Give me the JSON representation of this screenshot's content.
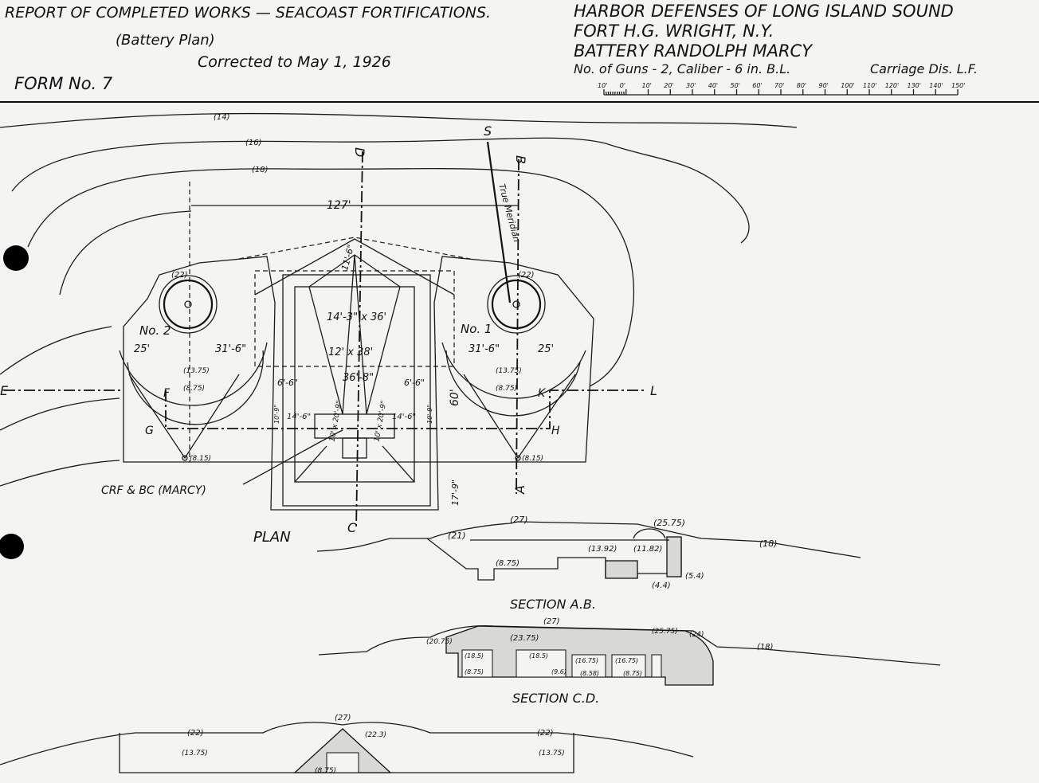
{
  "header": {
    "report_title": "REPORT OF COMPLETED WORKS — SEACOAST FORTIFICATIONS.",
    "subtitle": "(Battery Plan)",
    "corrected": "Corrected to May 1, 1926",
    "form_no": "FORM No. 7",
    "harbor": "HARBOR DEFENSES OF LONG ISLAND SOUND",
    "fort": "FORT H.G. WRIGHT, N.Y.",
    "battery": "BATTERY RANDOLPH MARCY",
    "guns": "No. of Guns - 2, Caliber - 6 in. B.L.",
    "carriage": "Carriage Dis. L.F.",
    "scale_ticks": [
      "10'",
      "0'",
      "10'",
      "20'",
      "30'",
      "40'",
      "50'",
      "60'",
      "70'",
      "80'",
      "90'",
      "100'",
      "110'",
      "120'",
      "130'",
      "140'",
      "150'"
    ]
  },
  "plan": {
    "title": "PLAN",
    "contours": [
      "(14)",
      "(16)",
      "(18)"
    ],
    "section_letters": {
      "s": "S",
      "b": "B",
      "d": "D",
      "c": "C",
      "a": "A",
      "e": "E",
      "l": "L",
      "f": "F",
      "g": "G",
      "k": "K",
      "h": "H"
    },
    "meridian": "True Meridian",
    "width_dim": "127'",
    "gun_left": {
      "label": "No. 2",
      "elev": "(22)",
      "dim1": "25'",
      "dim2": "31'-6\"",
      "elev2": "(13.75)",
      "elev3": "(8.75)",
      "elev4": "(8.15)"
    },
    "gun_right": {
      "label": "No. 1",
      "elev": "(22)",
      "dim1": "31'-6\"",
      "dim2": "25'",
      "elev2": "(13.75)",
      "elev3": "(8.75)",
      "elev4": "(8.15)"
    },
    "center_dims": [
      "11'-6\"",
      "14'-3\" x 36'",
      "12' x 38'",
      "36'-8\"",
      "6'-6\"",
      "6'-6\"",
      "10' x 20'-9\"",
      "10' x 20'-9\"",
      "14'-6\"",
      "14'-6\"",
      "60'",
      "17'-9\"",
      "10'-9\"",
      "10'-9\""
    ],
    "crf_label": "CRF & BC (MARCY)"
  },
  "section_ab": {
    "title": "SECTION A.B.",
    "elevations": [
      "(27)",
      "(25.75)",
      "(21)",
      "(18)",
      "(13.92)",
      "(11.82)",
      "(8.75)",
      "(5.4)",
      "(4.4)"
    ]
  },
  "section_cd": {
    "title": "SECTION C.D.",
    "elevations": [
      "(27)",
      "(23.75)",
      "(25.75)",
      "(24)",
      "(20.75)",
      "(18)",
      "(18.5)",
      "(18.5)",
      "(16.75)",
      "(16.75)",
      "(8.75)",
      "(9.6)",
      "(8.58)",
      "(8.75)"
    ]
  },
  "section_ef": {
    "elevations": [
      "(22)",
      "(27)",
      "(22.3)",
      "(22)",
      "(13.75)",
      "(13.75)",
      "(8.75)"
    ]
  }
}
